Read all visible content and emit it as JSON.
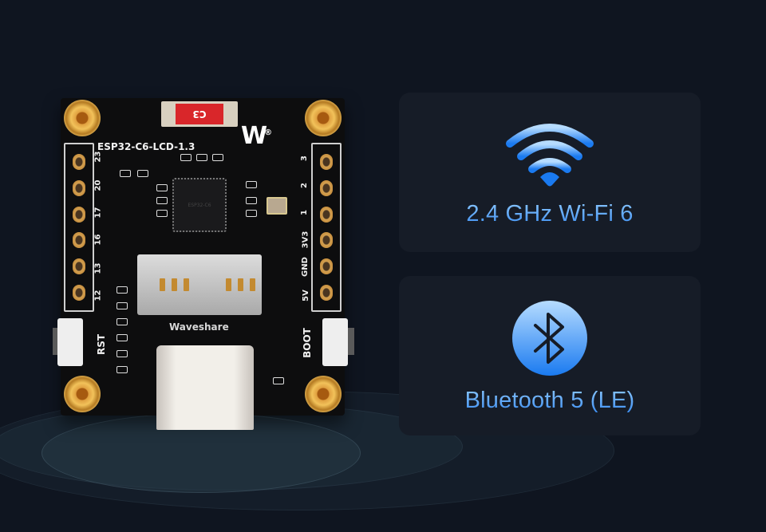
{
  "colors": {
    "background": "#0f1520",
    "card_background": "#161c27",
    "accent_light": "#8cc8ff",
    "accent_dark": "#1a7af0"
  },
  "board": {
    "model_silkscreen": "ESP32-C6-LCD-1.3",
    "antenna_label": "C3",
    "brand_silkscreen": "Waveshare",
    "logo_registered": "®",
    "chip_marking": "ESP32-C6",
    "left_pins": [
      "23",
      "20",
      "17",
      "16",
      "13",
      "12"
    ],
    "right_pins": [
      "3",
      "2",
      "1",
      "3V3",
      "GND",
      "5V"
    ],
    "left_button": "RST",
    "right_button": "BOOT"
  },
  "features": [
    {
      "icon": "wifi-icon",
      "label": "2.4 GHz Wi-Fi 6"
    },
    {
      "icon": "bluetooth-icon",
      "label": "Bluetooth 5 (LE)"
    }
  ]
}
